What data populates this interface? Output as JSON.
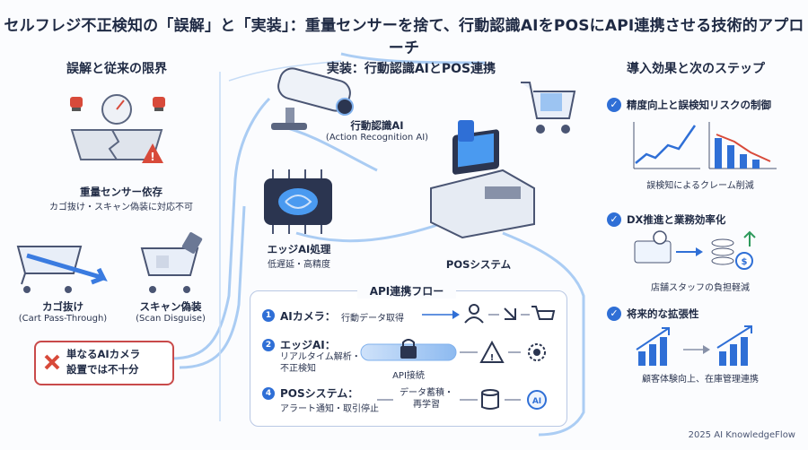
{
  "title": "セルフレジ不正検知の「誤解」と「実装」：重量センサーを捨て、行動認識AIをPOSにAPI連携させる技術的アプローチ",
  "left": {
    "heading": "誤解と従来の限界",
    "sensor_label": "重量センサー依存",
    "sensor_sub": "カゴ抜け・スキャン偽装に対応不可",
    "cart_pass_label": "カゴ抜け",
    "cart_pass_en": "(Cart Pass-Through)",
    "scan_label": "スキャン偽装",
    "scan_en": "(Scan Disguise)",
    "warning": "単なるAIカメラ\n設置では不十分"
  },
  "center": {
    "heading": "実装：行動認識AIとPOS連携",
    "camera_label": "行動認識AI",
    "camera_en": "(Action Recognition AI)",
    "edge_label": "エッジAI処理",
    "edge_sub": "低遅延・高精度",
    "pos_label": "POSシステム",
    "flow_title": "API連携フロー",
    "steps": [
      {
        "num": "1",
        "title": "AIカメラ：",
        "sub": "行動データ取得"
      },
      {
        "num": "2",
        "title": "エッジAI：",
        "sub": "リアルタイム解析・\n不正検知"
      },
      {
        "num": "4",
        "title": "POSシステム：",
        "sub": "アラート通知・取引停止"
      }
    ],
    "api_label": "API接続",
    "store_label": "データ蓄積・\n再学習"
  },
  "right": {
    "heading": "導入効果と次のステップ",
    "items": [
      {
        "title": "精度向上と誤検知リスクの制御",
        "caption": "誤検知によるクレーム削減"
      },
      {
        "title": "DX推進と業務効率化",
        "caption": "店舗スタッフの負担軽減"
      },
      {
        "title": "将来的な拡張性",
        "caption": "顧客体験向上、在庫管理連携"
      }
    ]
  },
  "footer": "2025 AI KnowledgeFlow",
  "colors": {
    "accent": "#2f6fd6",
    "flow": "#7fb0ec",
    "warn": "#c94a4a",
    "green": "#2e9a5c"
  }
}
